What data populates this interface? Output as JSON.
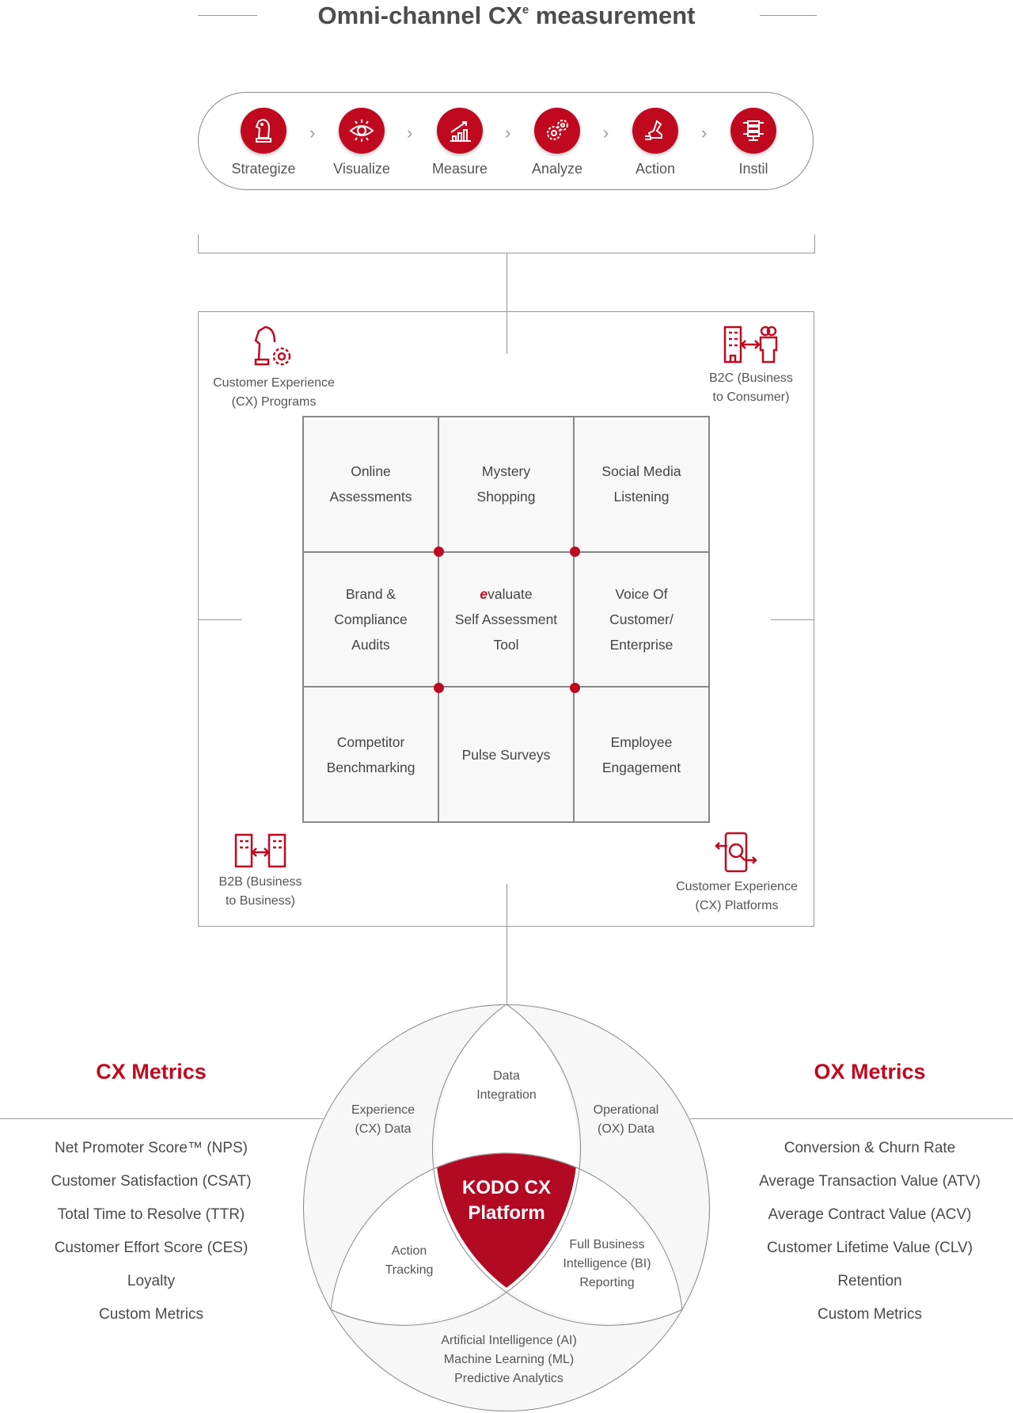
{
  "title": {
    "main": "Omni-channel CX",
    "sup": "e",
    "rest": " measurement"
  },
  "steps": [
    {
      "label": "Strategize",
      "icon": "chess-knight-icon"
    },
    {
      "label": "Visualize",
      "icon": "eye-icon"
    },
    {
      "label": "Measure",
      "icon": "bar-chart-icon"
    },
    {
      "label": "Analyze",
      "icon": "gears-icon"
    },
    {
      "label": "Action",
      "icon": "stamp-icon"
    },
    {
      "label": "Instil",
      "icon": "server-network-icon"
    }
  ],
  "corners": {
    "cx_programs": {
      "line1": "Customer Experience",
      "line2": "(CX) Programs",
      "icon": "knight-gear-icon"
    },
    "b2c": {
      "line1": "B2C (Business",
      "line2": "to Consumer)",
      "icon": "building-people-icon"
    },
    "b2b": {
      "line1": "B2B (Business",
      "line2": "to Business)",
      "icon": "buildings-icon"
    },
    "cx_platforms": {
      "line1": "Customer Experience",
      "line2": "(CX) Platforms",
      "icon": "phone-search-icon"
    }
  },
  "grid": {
    "c0": [
      "Online",
      "Assessments"
    ],
    "c1": [
      "Mystery",
      "Shopping"
    ],
    "c2": [
      "Social Media",
      "Listening"
    ],
    "c3": [
      "Brand &",
      "Compliance",
      "Audits"
    ],
    "c4": {
      "brand_e": "e",
      "brand_rest": "valuate",
      "l2": "Self Assessment",
      "l3": "Tool"
    },
    "c5": [
      "Voice Of",
      "Customer/",
      "Enterprise"
    ],
    "c6": [
      "Competitor",
      "Benchmarking"
    ],
    "c7": [
      "Pulse Surveys"
    ],
    "c8": [
      "Employee",
      "Engagement"
    ]
  },
  "cx_metrics": {
    "title": "CX Metrics",
    "items": [
      "Net Promoter Score™ (NPS)",
      "Customer Satisfaction (CSAT)",
      "Total Time to Resolve (TTR)",
      "Customer Effort Score (CES)",
      "Loyalty",
      "Custom Metrics"
    ]
  },
  "ox_metrics": {
    "title": "OX Metrics",
    "items": [
      "Conversion & Churn Rate",
      "Average Transaction Value (ATV)",
      "Average Contract Value (ACV)",
      "Customer Lifetime Value (CLV)",
      "Retention",
      "Custom Metrics"
    ]
  },
  "venn": {
    "data_integration": [
      "Data",
      "Integration"
    ],
    "cx_data": [
      "Experience",
      "(CX) Data"
    ],
    "ox_data": [
      "Operational",
      "(OX) Data"
    ],
    "center": [
      "KODO CX",
      "Platform"
    ],
    "action_tracking": [
      "Action",
      "Tracking"
    ],
    "bi": [
      "Full Business",
      "Intelligence (BI)",
      "Reporting"
    ],
    "ai": [
      "Artificial Intelligence (AI)",
      "Machine Learning (ML)",
      "Predictive Analytics"
    ]
  },
  "colors": {
    "accent": "#c0091f",
    "venn_center": "#b20a22"
  }
}
